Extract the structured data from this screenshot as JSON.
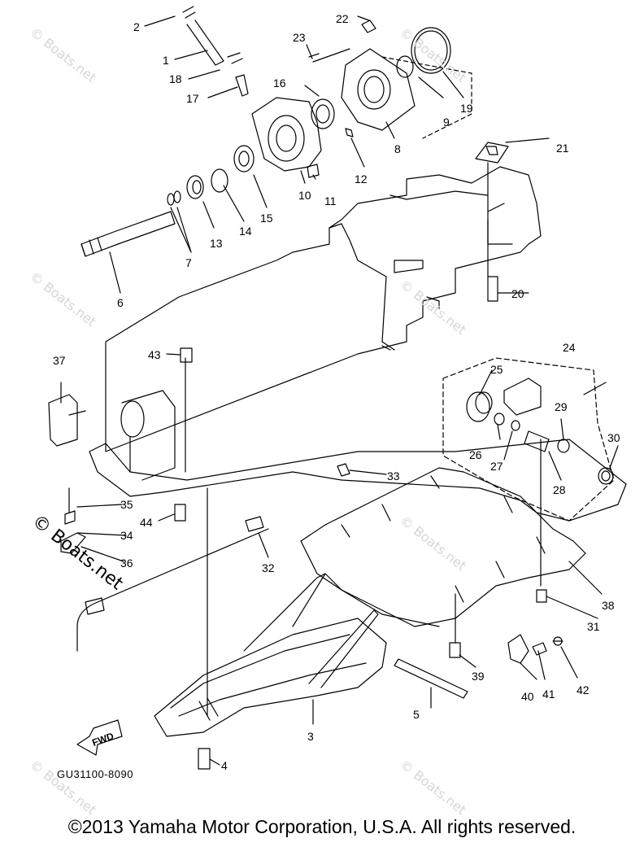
{
  "diagram": {
    "code": "GU31100-8090",
    "fwd_label": "FWD",
    "copyright": "©2013 Yamaha Motor Corporation, U.S.A. All rights reserved.",
    "watermark": "© Boats.net",
    "callouts": [
      {
        "id": "c1",
        "text": "1"
      },
      {
        "id": "c2",
        "text": "2"
      },
      {
        "id": "c3",
        "text": "3"
      },
      {
        "id": "c4",
        "text": "4"
      },
      {
        "id": "c5",
        "text": "5"
      },
      {
        "id": "c6",
        "text": "6"
      },
      {
        "id": "c7",
        "text": "7"
      },
      {
        "id": "c8",
        "text": "8"
      },
      {
        "id": "c9",
        "text": "9"
      },
      {
        "id": "c10",
        "text": "10"
      },
      {
        "id": "c11",
        "text": "11"
      },
      {
        "id": "c12",
        "text": "12"
      },
      {
        "id": "c13",
        "text": "13"
      },
      {
        "id": "c14",
        "text": "14"
      },
      {
        "id": "c15",
        "text": "15"
      },
      {
        "id": "c16",
        "text": "16"
      },
      {
        "id": "c17",
        "text": "17"
      },
      {
        "id": "c18",
        "text": "18"
      },
      {
        "id": "c19",
        "text": "19"
      },
      {
        "id": "c20",
        "text": "20"
      },
      {
        "id": "c21",
        "text": "21"
      },
      {
        "id": "c22",
        "text": "22"
      },
      {
        "id": "c23",
        "text": "23"
      },
      {
        "id": "c24",
        "text": "24"
      },
      {
        "id": "c25",
        "text": "25"
      },
      {
        "id": "c26",
        "text": "26"
      },
      {
        "id": "c27",
        "text": "27"
      },
      {
        "id": "c28",
        "text": "28"
      },
      {
        "id": "c29",
        "text": "29"
      },
      {
        "id": "c30",
        "text": "30"
      },
      {
        "id": "c31",
        "text": "31"
      },
      {
        "id": "c32",
        "text": "32"
      },
      {
        "id": "c33",
        "text": "33"
      },
      {
        "id": "c34",
        "text": "34"
      },
      {
        "id": "c35",
        "text": "35"
      },
      {
        "id": "c36",
        "text": "36"
      },
      {
        "id": "c37",
        "text": "37"
      },
      {
        "id": "c38",
        "text": "38"
      },
      {
        "id": "c39",
        "text": "39"
      },
      {
        "id": "c40",
        "text": "40"
      },
      {
        "id": "c41",
        "text": "41"
      },
      {
        "id": "c42",
        "text": "42"
      },
      {
        "id": "c43",
        "text": "43"
      },
      {
        "id": "c44",
        "text": "44"
      }
    ]
  }
}
